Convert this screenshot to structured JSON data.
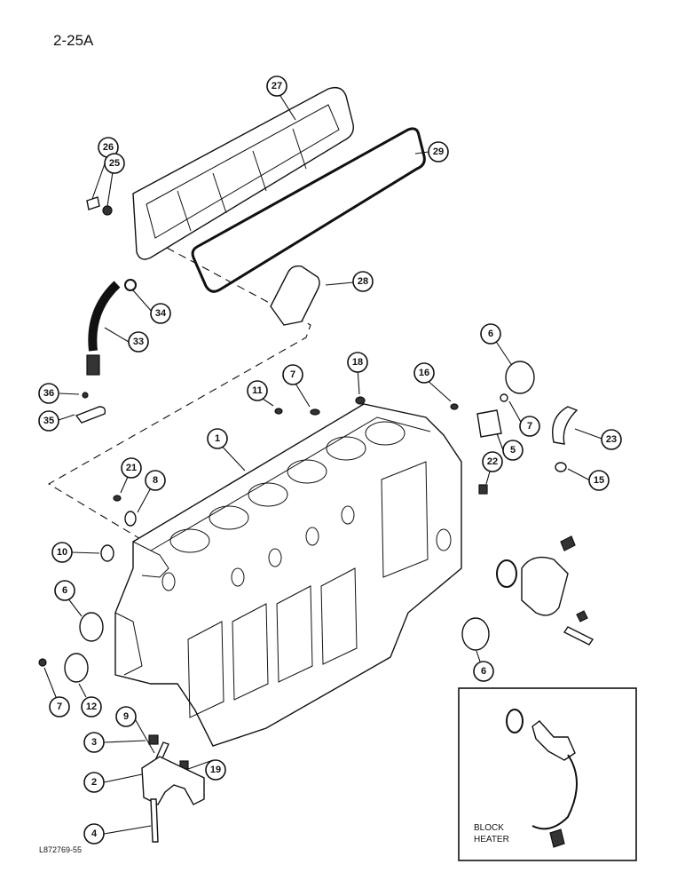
{
  "page_code": "2-25A",
  "drawing_code": "L872769-55",
  "inset": {
    "label_line1": "BLOCK",
    "label_line2": "HEATER"
  },
  "callouts": [
    "27",
    "29",
    "26",
    "25",
    "28",
    "34",
    "33",
    "6",
    "18",
    "16",
    "7",
    "11",
    "7",
    "36",
    "35",
    "1",
    "23",
    "5",
    "21",
    "8",
    "22",
    "15",
    "10",
    "6",
    "12",
    "7",
    "9",
    "19",
    "6",
    "3",
    "2",
    "4"
  ]
}
